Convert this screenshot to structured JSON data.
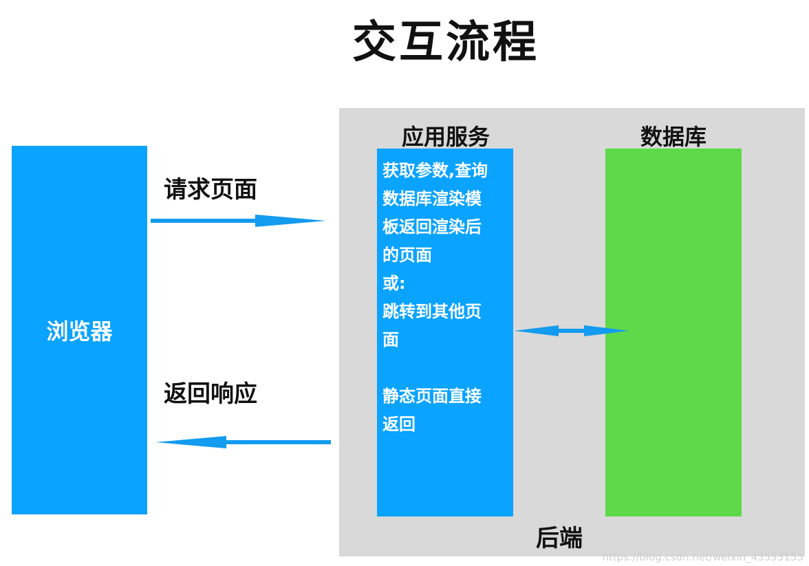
{
  "title": "交互流程",
  "browser": {
    "label": "浏览器"
  },
  "request": {
    "label": "请求页面"
  },
  "response": {
    "label": "返回响应"
  },
  "app_service": {
    "header": "应用服务",
    "lines": [
      "获取参数,查询",
      "数据库渲染模",
      "板返回渲染后",
      "的页面",
      "或:",
      "跳转到其他页",
      "面",
      "",
      "静态页面直接",
      "返回"
    ]
  },
  "database": {
    "header": "数据库"
  },
  "backend": {
    "label": "后端"
  },
  "watermark": "https://blog.csdn.net/weixin_43553153",
  "colors": {
    "blue": "#0aa3ff",
    "green": "#5ed94a",
    "panel_gray": "#d9d9d9",
    "arrow": "#129bef"
  }
}
